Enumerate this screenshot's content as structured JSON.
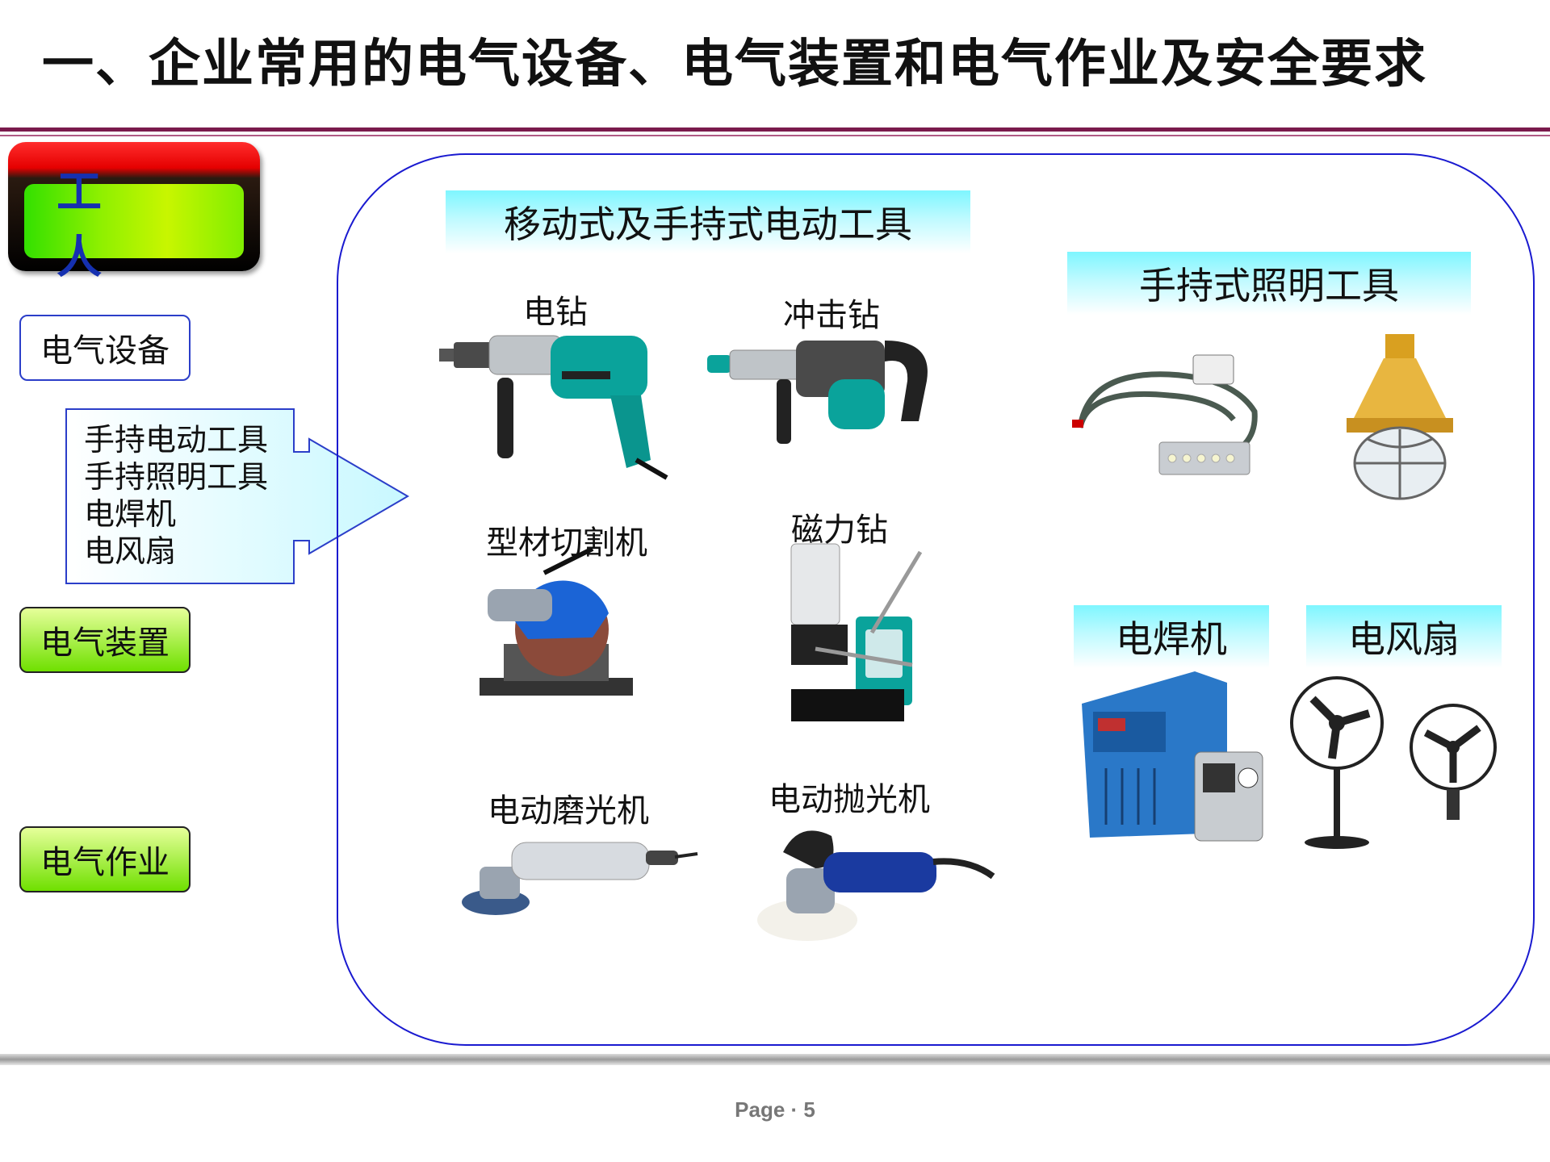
{
  "title": "一、企业常用的电气设备、电气装置和电气作业及安全要求",
  "badge": {
    "label": "工 人"
  },
  "categories": {
    "equipment": "电气设备",
    "device": "电气装置",
    "work": "电气作业"
  },
  "callout": {
    "items": [
      "手持电动工具",
      "手持照明工具",
      "电焊机",
      "电风扇"
    ]
  },
  "sections": {
    "portable_tools": {
      "header": "移动式及手持式电动工具",
      "tools": [
        "电钻",
        "冲击钻",
        "型材切割机",
        "磁力钻",
        "电动磨光机",
        "电动抛光机"
      ]
    },
    "lighting": {
      "header": "手持式照明工具"
    },
    "welder": {
      "header": "电焊机"
    },
    "fan": {
      "header": "电风扇"
    }
  },
  "footer": {
    "page": "Page · 5"
  },
  "colors": {
    "title_rule": "#7a1a4c",
    "frame_border": "#1a1ad0",
    "band_cyan": "#7ef6ff",
    "category_green": "#6fe000",
    "badge_red": "#e50000"
  }
}
